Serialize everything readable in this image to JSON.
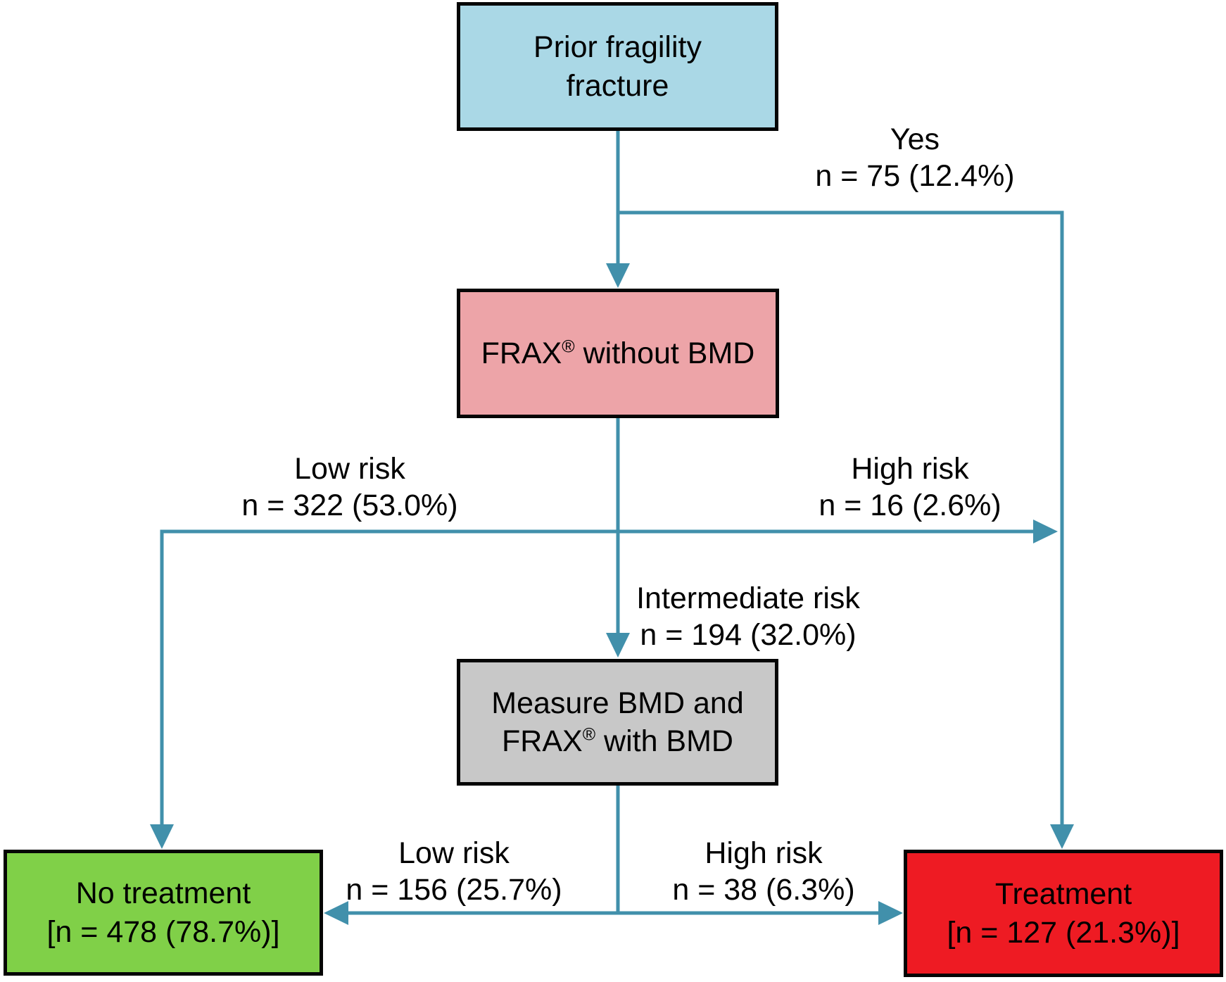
{
  "diagram": {
    "colors": {
      "connector": "#4190ab",
      "node_border": "#050505",
      "prior_fill": "#aad8e6",
      "frax_fill": "#eda4a8",
      "measure_fill": "#c8c8c8",
      "no_treatment_fill": "#80d048",
      "treatment_fill": "#ee1b23"
    },
    "nodes": {
      "prior_fracture": {
        "line1": "Prior fragility",
        "line2": "fracture"
      },
      "frax_without_bmd": {
        "pre": "FRAX",
        "sup": "®",
        "post": " without BMD"
      },
      "measure_bmd": {
        "line1": "Measure BMD and",
        "line2_pre": "FRAX",
        "line2_sup": "®",
        "line2_post": " with BMD"
      },
      "no_treatment": {
        "line1": "No treatment",
        "line2": "[n = 478 (78.7%)]"
      },
      "treatment": {
        "line1": "Treatment",
        "line2": "[n = 127 (21.3%)]"
      }
    },
    "edge_labels": {
      "yes": {
        "line1": "Yes",
        "line2": "n = 75 (12.4%)"
      },
      "low_risk_frax": {
        "line1": "Low risk",
        "line2": "n = 322 (53.0%)"
      },
      "high_risk_frax": {
        "line1": "High risk",
        "line2": "n = 16 (2.6%)"
      },
      "intermediate_risk": {
        "line1": "Intermediate risk",
        "line2": "n = 194 (32.0%)"
      },
      "low_risk_bmd": {
        "line1": "Low risk",
        "line2": "n = 156 (25.7%)"
      },
      "high_risk_bmd": {
        "line1": "High risk",
        "line2": "n = 38 (6.3%)"
      }
    }
  }
}
